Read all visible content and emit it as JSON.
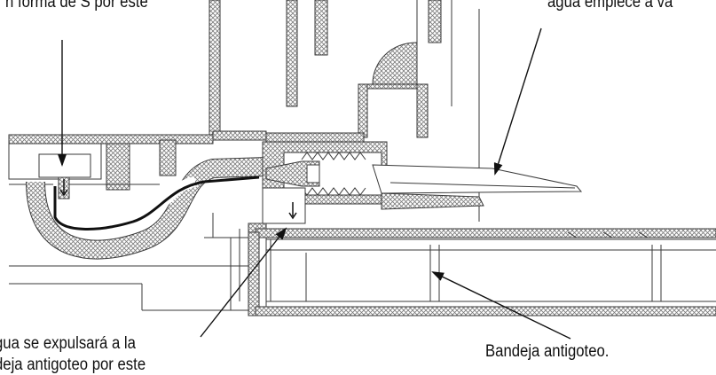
{
  "labels": {
    "top_left": "n forma de S por este",
    "top_right": "agua empiece a va",
    "bottom_left_line1": "gua se expulsará a la",
    "bottom_left_line2": "deja antigoteo por este",
    "bottom_right": "Bandeja antigoteo."
  },
  "colors": {
    "line": "#3a3a3a",
    "hatch": "#7a7a7a",
    "pipe": "#111111",
    "text": "#111111"
  },
  "icons": {
    "flow_arrow": "down-arrow-icon"
  }
}
